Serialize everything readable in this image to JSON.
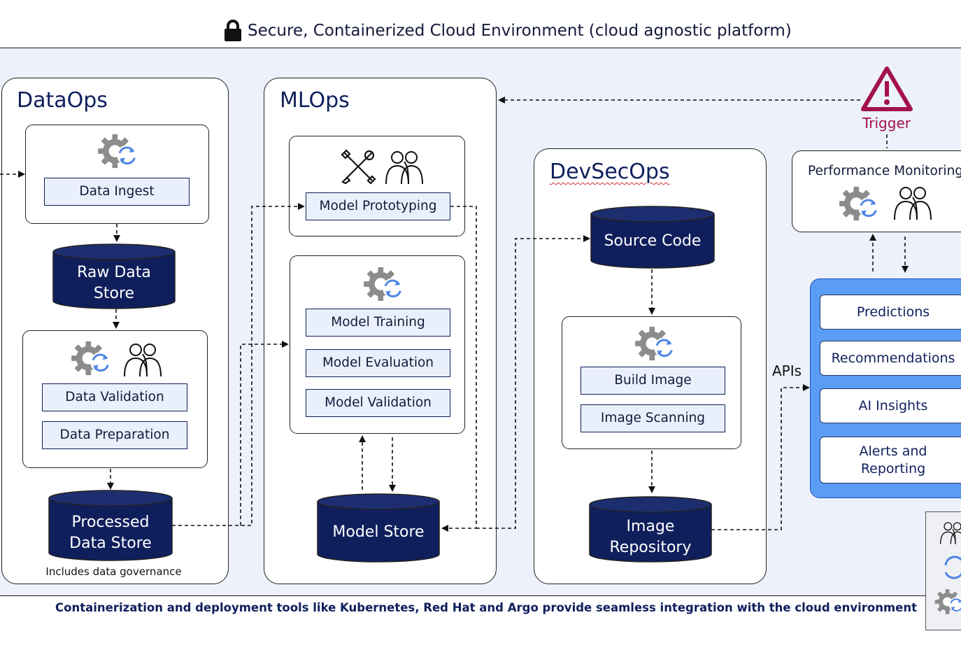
{
  "header": {
    "title": "Secure, Containerized Cloud Environment (cloud agnostic platform)"
  },
  "dataops": {
    "title": "DataOps",
    "ingest_label": "Data Ingest",
    "raw_store": [
      "Raw Data",
      "Store"
    ],
    "validation_label": "Data Validation",
    "preparation_label": "Data Preparation",
    "processed_store": [
      "Processed",
      "Data Store"
    ],
    "processed_note": "Includes data governance"
  },
  "mlops": {
    "title": "MLOps",
    "prototyping_label": "Model Prototyping",
    "training_label": "Model Training",
    "evaluation_label": "Model Evaluation",
    "validation_label": "Model Validation",
    "model_store": "Model Store"
  },
  "devsecops": {
    "title": "DevSecOps",
    "source_code": "Source Code",
    "build_label": "Build Image",
    "scanning_label": "Image Scanning",
    "image_repo": [
      "Image",
      "Repository"
    ]
  },
  "monitoring": {
    "trigger_label": "Trigger",
    "performance_label": "Performance Monitoring",
    "apis_label": "APIs",
    "outputs": [
      "Predictions",
      "Recommendations",
      "AI Insights",
      "Alerts and Reporting"
    ]
  },
  "footer": {
    "note": "Containerization and deployment tools like Kubernetes, Red Hat and Argo provide seamless integration with the cloud environment"
  },
  "icons": [
    "lock-icon",
    "gear-sync-icon",
    "people-icon",
    "tools-icon",
    "warning-icon"
  ],
  "colors": {
    "navy": "#0f1f5c",
    "light_blue": "#eaf0fb",
    "env_bg": "#ecf1fb",
    "output_blue": "#5b9cf5",
    "trigger": "#a3124a",
    "gear_gray": "#8a8a8a",
    "sync_blue": "#4f86e6"
  }
}
